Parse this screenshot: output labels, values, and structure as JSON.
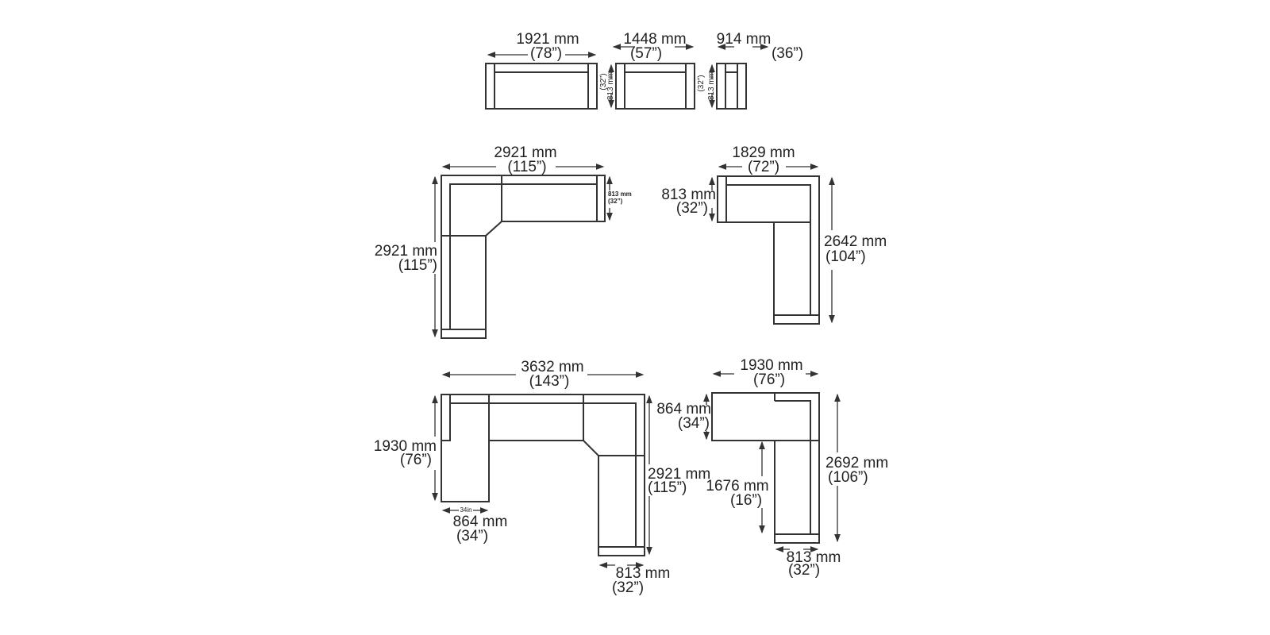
{
  "top_row": {
    "sofa": {
      "width_mm": "1921 mm",
      "width_in": "(78”)",
      "depth_mm": "813 mm",
      "depth_in": "(32”)"
    },
    "loveseat": {
      "width_mm": "1448 mm",
      "width_in": "(57”)",
      "depth_mm": "813 mm",
      "depth_in": "(32”)"
    },
    "chair": {
      "width_mm": "914 mm",
      "width_in": "(36”)"
    }
  },
  "l_sectional_left": {
    "width_mm": "2921 mm",
    "width_in": "(115”)",
    "length_mm": "2921 mm",
    "length_in": "(115”)",
    "depth_mm": "813 mm",
    "depth_in": "(32”)"
  },
  "l_sectional_right": {
    "width_mm": "1829 mm",
    "width_in": "(72”)",
    "depth_mm": "813 mm",
    "depth_in": "(32”)",
    "length_mm": "2642 mm",
    "length_in": "(104”)"
  },
  "u_sectional": {
    "width_mm": "3632 mm",
    "width_in": "(143”)",
    "left_mm": "1930 mm",
    "left_in": "(76”)",
    "chaise_label": "34in",
    "chaise_mm": "864 mm",
    "chaise_in": "(34”)",
    "right_mm": "2921 mm",
    "right_in": "(115”)",
    "depth_mm": "813 mm",
    "depth_in": "(32”)"
  },
  "chaise_sectional": {
    "width_mm": "1930 mm",
    "width_in": "(76”)",
    "depth_mm": "864 mm",
    "depth_in": "(34”)",
    "length_mm": "2692 mm",
    "length_in": "(106”)",
    "chaise_mm": "1676 mm",
    "chaise_in": "(16”)",
    "seat_mm": "813 mm",
    "seat_in": "(32”)"
  }
}
